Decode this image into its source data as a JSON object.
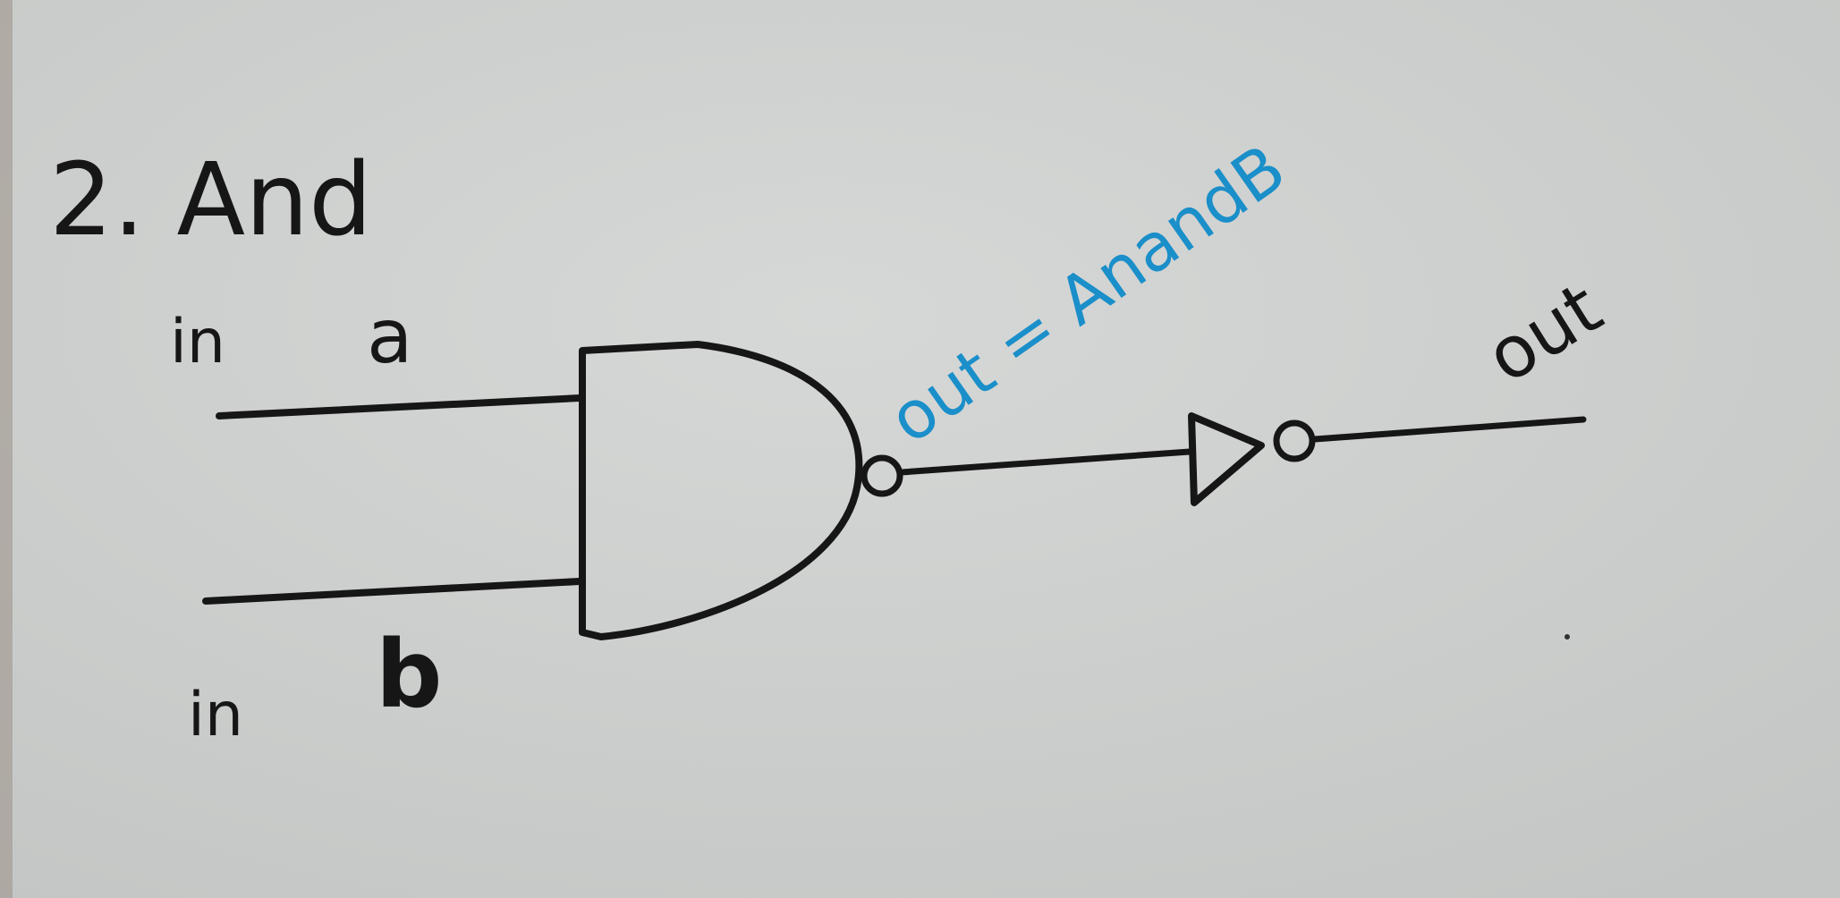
{
  "heading": "2. And",
  "inputs": {
    "a_prefix": "in",
    "a_name": "a",
    "b_prefix": "in",
    "b_name": "b"
  },
  "nand_output_label": "out = AnandB",
  "final_output_label": "out",
  "colors": {
    "paper": "#cfd1d0",
    "ink": "#161616",
    "annotation_blue": "#1a8fc9"
  }
}
